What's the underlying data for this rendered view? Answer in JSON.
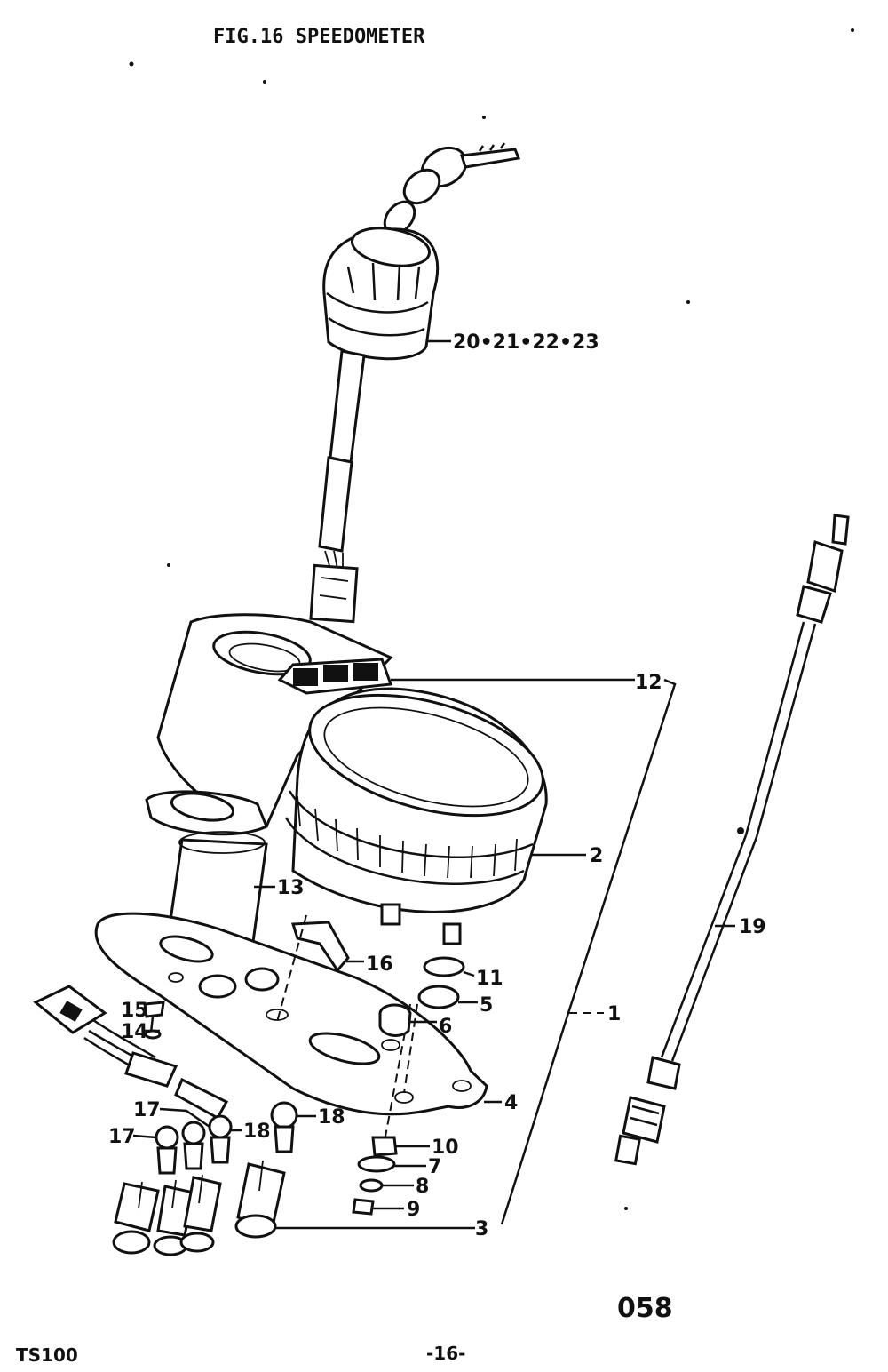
{
  "title": "FIG.16  SPEEDOMETER",
  "model": "TS100",
  "page_number": "-16-",
  "ref_code": "058",
  "callouts": {
    "c1": "1",
    "c2": "2",
    "c3": "3",
    "c4": "4",
    "c5": "5",
    "c6": "6",
    "c7": "7",
    "c8": "8",
    "c9": "9",
    "c10": "10",
    "c11": "11",
    "c12": "12",
    "c13": "13",
    "c14": "14",
    "c15": "15",
    "c16": "16",
    "c17a": "17",
    "c17b": "17",
    "c18a": "18",
    "c18b": "18",
    "c19": "19",
    "c20": "20•21•22•23"
  }
}
